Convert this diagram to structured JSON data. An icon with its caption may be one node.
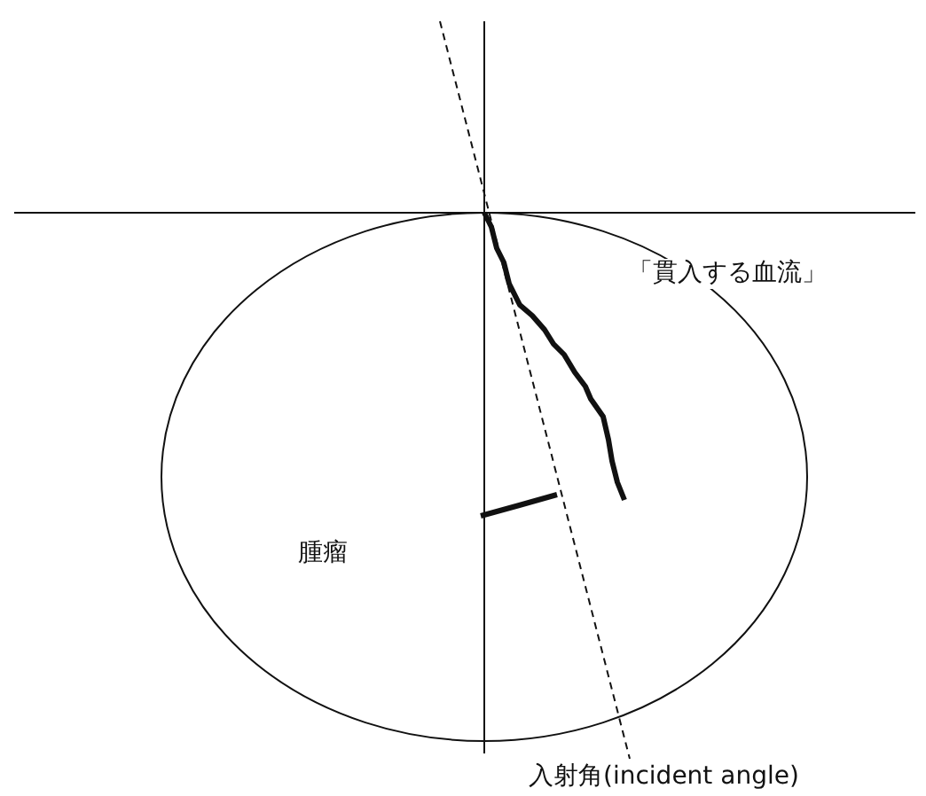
{
  "diagram": {
    "labels": [
      "「貫入する血流」",
      "腫瘤",
      "入射角(incident angle)"
    ]
  }
}
